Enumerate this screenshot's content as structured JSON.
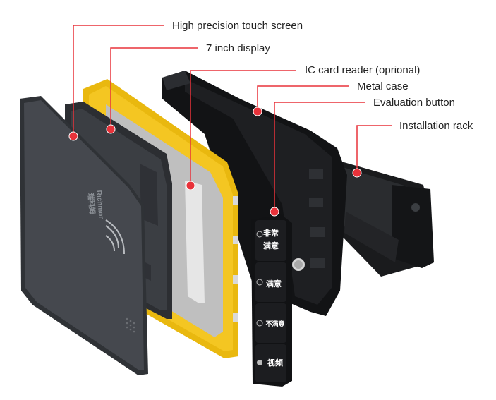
{
  "callouts": [
    {
      "id": "touch",
      "label": "High precision touch screen"
    },
    {
      "id": "display",
      "label": "7 inch display"
    },
    {
      "id": "ic",
      "label": "IC card reader (oprional)"
    },
    {
      "id": "metal",
      "label": "Metal case"
    },
    {
      "id": "eval",
      "label": "Evaluation button"
    },
    {
      "id": "rack",
      "label": "Installation rack"
    }
  ],
  "buttons": [
    {
      "label_line1": "非常",
      "label_line2": "满意"
    },
    {
      "label_line1": "满意",
      "label_line2": ""
    },
    {
      "label_line1": "不满意",
      "label_line2": ""
    },
    {
      "label_line1": "视频",
      "label_line2": ""
    }
  ],
  "logo": {
    "line1": "Richmor",
    "line2": "瑞科姆"
  },
  "colors": {
    "callout": "#e8323a",
    "frame": "#f2c31b",
    "dark": "#1e1f21",
    "panel": "#3a3d42"
  }
}
